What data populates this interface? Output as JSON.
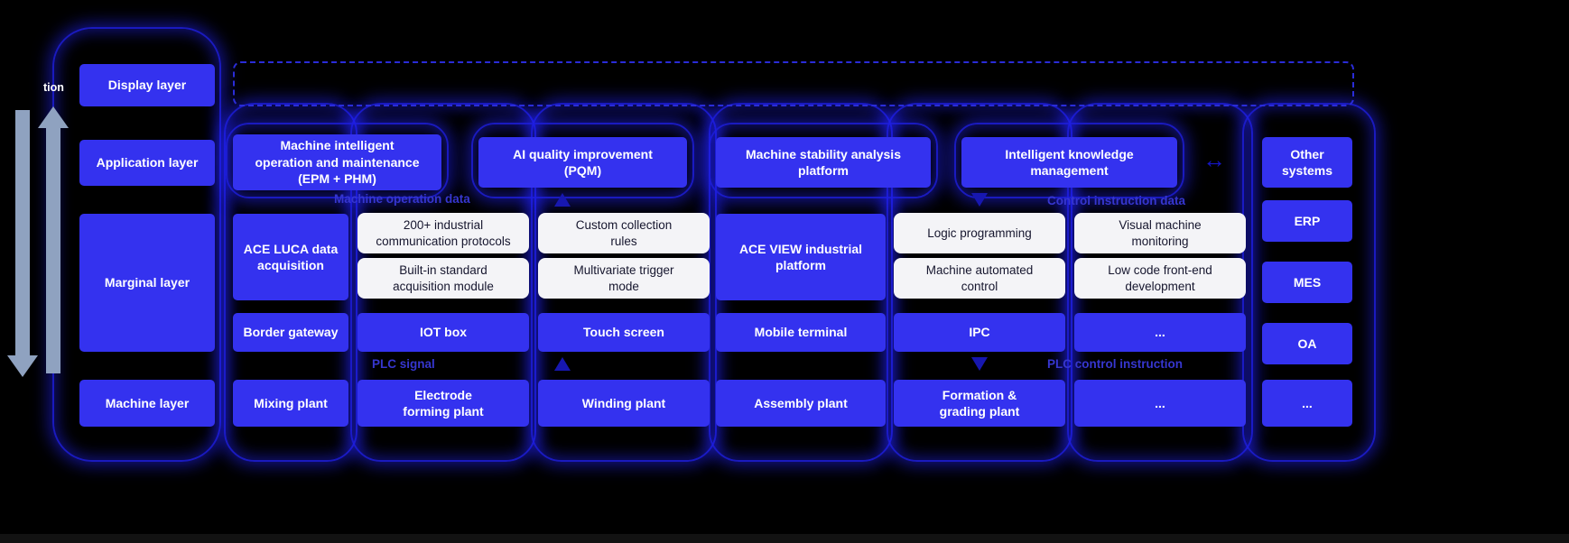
{
  "colors": {
    "background": "#000000",
    "box_blue": "#3432ef",
    "panel_white": "#f4f4f7",
    "glow_blue": "#1e1ee1",
    "flow_label_blue": "#3636cf",
    "arrow_gray": "#8fa2c0"
  },
  "layers": {
    "display_label": "Display layer",
    "application_label": "Application layer",
    "marginal_label": "Marginal layer",
    "machine_label": "Machine layer"
  },
  "application_row": {
    "items": [
      "Machine intelligent\noperation and maintenance\n(EPM + PHM)",
      "AI quality improvement\n(PQM)",
      "Machine stability analysis\nplatform",
      "Intelligent knowledge\nmanagement"
    ]
  },
  "marginal_row": {
    "luca_title": "ACE LUCA data\nacquisition",
    "luca_features": [
      "200+ industrial\ncommunication protocols",
      "Custom collection\nrules",
      "Built-in standard\nacquisition module",
      "Multivariate trigger\nmode"
    ],
    "view_title": "ACE VIEW industrial\nplatform",
    "view_features": [
      "Logic programming",
      "Visual machine\nmonitoring",
      "Machine automated\ncontrol",
      "Low code front-end\ndevelopment"
    ]
  },
  "device_row": {
    "items": [
      "Border gateway",
      "IOT box",
      "Touch screen",
      "Mobile terminal",
      "IPC",
      "..."
    ]
  },
  "machine_row": {
    "items": [
      "Mixing plant",
      "Electrode\nforming plant",
      "Winding plant",
      "Assembly plant",
      "Formation &\ngrading plant",
      "..."
    ]
  },
  "other_systems": {
    "title": "Other\nsystems",
    "items": [
      "ERP",
      "MES",
      "OA",
      "..."
    ]
  },
  "flow_labels": {
    "machine_operation_data": "Machine operation data",
    "control_instruction_data": "Control instruction data",
    "plc_signal": "PLC signal",
    "plc_control_instruction": "PLC control instruction"
  },
  "misc": {
    "cropped_text": "tion",
    "exchange_arrow": "↔"
  }
}
